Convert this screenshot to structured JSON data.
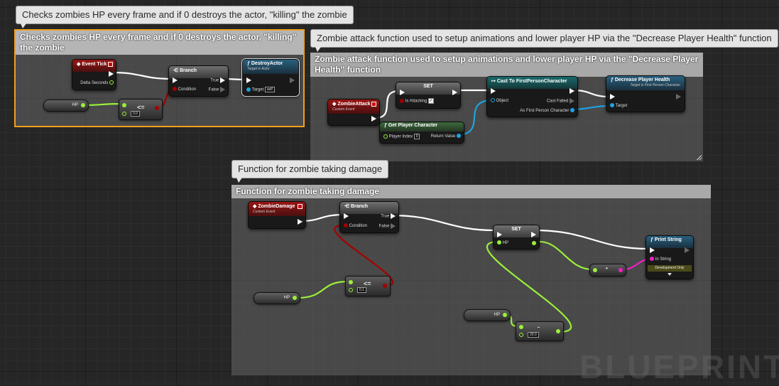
{
  "comments": {
    "tick": {
      "bubble": "Checks zombies HP every frame and if 0 destroys the actor, \"killing\" the zombie",
      "title": "Checks zombies HP every frame and if 0 destroys the actor, \"killing\" the zombie"
    },
    "attack": {
      "bubble": "Zombie attack function used to setup animations and lower player HP via the \"Decrease Player Health\" function",
      "title": "Zombie attack function used to setup animations and lower player HP via the \"Decrease Player Health\" function"
    },
    "damage": {
      "bubble": "Function for zombie taking damage",
      "title": "Function for zombie taking damage"
    }
  },
  "nodes": {
    "event_tick": {
      "title": "Event Tick",
      "delta": "Delta Seconds"
    },
    "hp_get_1": {
      "label": "HP"
    },
    "compare_1": {
      "op": "<=",
      "value": "0.0"
    },
    "branch_1": {
      "title": "Branch",
      "condition": "Condition",
      "true": "True",
      "false": "False"
    },
    "destroy_actor": {
      "title": "DestroyActor",
      "subtitle": "Target is Actor",
      "target": "Target",
      "target_value": "self"
    },
    "zombie_attack": {
      "title": "ZombieAttack",
      "subtitle": "Custom Event"
    },
    "set_1": {
      "title": "SET",
      "pin": "Is Attacking",
      "checked": "✓"
    },
    "get_player": {
      "title": "Get Player Character",
      "player_index": "Player Index",
      "index_value": "0",
      "return": "Return Value"
    },
    "cast": {
      "title": "Cast To FirstPersonCharacter",
      "object": "Object",
      "failed": "Cast Failed",
      "as": "As First Person Character"
    },
    "decrease": {
      "title": "Decrease Player Health",
      "subtitle": "Target is First Person Character",
      "target": "Target"
    },
    "zombie_damage": {
      "title": "ZombieDamage",
      "subtitle": "Custom Event"
    },
    "branch_2": {
      "title": "Branch",
      "condition": "Condition",
      "true": "True",
      "false": "False"
    },
    "set_2": {
      "title": "SET",
      "pin": "HP"
    },
    "print_string": {
      "title": "Print String",
      "in_string": "In String",
      "dev": "Development Only"
    },
    "hp_get_2": {
      "label": "HP"
    },
    "compare_2": {
      "op": "<=",
      "value": "0.1"
    },
    "hp_get_3": {
      "label": "HP"
    },
    "subtract": {
      "op": "-",
      "value": "20.0"
    },
    "to_string": {
      "op": "•"
    }
  },
  "watermark": "BLUEPRINT",
  "colors": {
    "exec_wire": "#ffffff",
    "float_wire": "#9bef3a",
    "bool_wire": "#a50000",
    "object_wire": "#1fa2e0",
    "string_wire": "#f020c8",
    "selection": "#f0a020"
  }
}
